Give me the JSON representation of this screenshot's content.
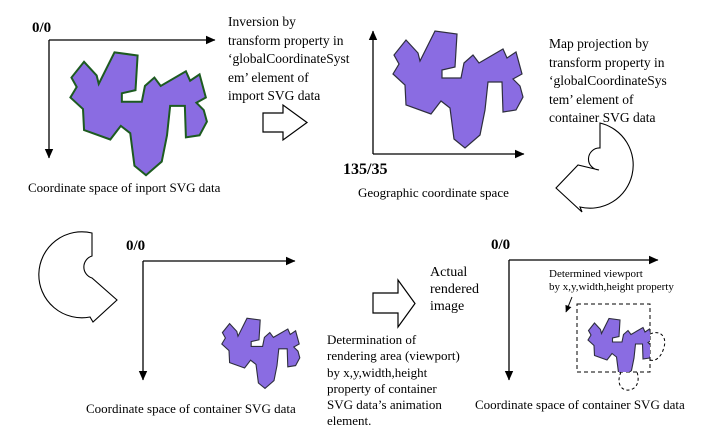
{
  "colors": {
    "shape_fill": "#8a6ce2",
    "import_shape_stroke": "#1d5b20",
    "dark_shape_stroke": "#2e2e3e",
    "line": "#000000"
  },
  "import_space": {
    "origin_label": "0/0",
    "caption": "Coordinate space of inport SVG data"
  },
  "geographic_space": {
    "origin_label": "135/35",
    "caption": "Geographic coordinate space"
  },
  "container_space": {
    "origin_label": "0/0",
    "caption": "Coordinate space of container SVG data"
  },
  "rendered_space": {
    "origin_label": "0/0",
    "caption": "Coordinate space of container SVG data",
    "viewport_note": "Determined viewport\nby x,y,width,height property"
  },
  "steps": {
    "inversion": "Inversion by\ntransform property in\n‘globalCoordinateSyst\nem’ element of\nimport SVG data",
    "map_projection": "Map projection by\ntransform property in\n‘globalCoordinateSys\ntem’ element of\ncontainer SVG data",
    "determination": "Determination of\nrendering area (viewport)\nby x,y,width,height\nproperty of container\nSVG data’s animation\nelement.",
    "actual_rendered": "Actual\nrendered\nimage"
  }
}
